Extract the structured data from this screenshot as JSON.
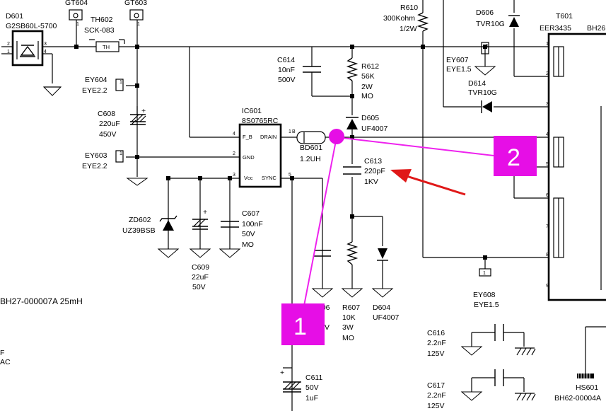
{
  "colors": {
    "wire": "#000000",
    "marker_fill": "#e60ee6",
    "marker_line": "#ee22ee",
    "arrow": "#e01818",
    "background": "#ffffff"
  },
  "components": {
    "d601": {
      "ref": "D601",
      "part": "G2SB60L-5700"
    },
    "gt604": {
      "ref": "GT604"
    },
    "gt603": {
      "ref": "GT603"
    },
    "th602": {
      "ref": "TH602",
      "part": "SCK-083",
      "body": "TH"
    },
    "ey604": {
      "ref": "EY604",
      "part": "EYE2.2"
    },
    "ey603": {
      "ref": "EY603",
      "part": "EYE2.2"
    },
    "c608": {
      "ref": "C608",
      "value": "220uF",
      "voltage": "450V"
    },
    "ic601": {
      "ref": "IC601",
      "part": "8S0765RC",
      "pins": {
        "fb": "F_B",
        "drain": "DRAIN",
        "gnd": "GND",
        "vcc": "Vcc",
        "sync": "SYNC"
      }
    },
    "c614": {
      "ref": "C614",
      "value": "10nF",
      "voltage": "500V"
    },
    "r612": {
      "ref": "R612",
      "value": "56K",
      "power": "2W",
      "type": "MO"
    },
    "d605": {
      "ref": "D605",
      "part": "UF4007"
    },
    "bd601": {
      "ref": "BD601",
      "value": "1.2UH"
    },
    "c613": {
      "ref": "C613",
      "value": "220pF",
      "voltage": "1KV"
    },
    "r610": {
      "ref": "R610",
      "value": "300Kohm",
      "power": "1/2W"
    },
    "d606": {
      "ref": "D606",
      "part": "TVR10G"
    },
    "ey607": {
      "ref": "EY607",
      "part": "EYE1.5"
    },
    "d614": {
      "ref": "D614",
      "part": "TVR10G"
    },
    "t601": {
      "ref": "T601",
      "part": "EER3435",
      "code": "BH26"
    },
    "zd602": {
      "ref": "ZD602",
      "part": "UZ39BSB"
    },
    "c609": {
      "ref": "C609",
      "value": "22uF",
      "voltage": "50V"
    },
    "c607": {
      "ref": "C607",
      "value": "100nF",
      "voltage": "50V",
      "type": "MO"
    },
    "c606_partial": {
      "ref": "606",
      "voltage": "V"
    },
    "r607": {
      "ref": "R607",
      "value": "10K",
      "power": "3W",
      "type": "MO"
    },
    "d604": {
      "ref": "D604",
      "part": "UF4007"
    },
    "ey608": {
      "ref": "EY608",
      "part": "EYE1.5"
    },
    "c616": {
      "ref": "C616",
      "value": "2.2nF",
      "voltage": "125V"
    },
    "c617": {
      "ref": "C617",
      "value": "2.2nF",
      "voltage": "125V"
    },
    "c611": {
      "ref": "C611",
      "voltage": "50V",
      "value": "1uF"
    },
    "hs601": {
      "ref": "HS601",
      "part": "BH62-00004A"
    },
    "coil_note": {
      "text": "BH27-000007A 25mH"
    },
    "left_edge": {
      "line1": "F",
      "line2": "AC"
    }
  },
  "pin_numbers": {
    "d601_2": "2",
    "d601_1": "1",
    "d601_3": "3",
    "d601_4": "4",
    "gt_1a": "1",
    "gt_1b": "1",
    "ey604_1": "1",
    "ey603_1": "1",
    "ey607_1": "1",
    "ey608_1": "1",
    "ic_4": "4",
    "ic_2": "2",
    "ic_3": "3",
    "ic_1": "1",
    "ic_5": "5",
    "bd_b": "B",
    "t_1": "1",
    "t_2": "2",
    "t_3": "3",
    "t_4": "4",
    "t_5": "5",
    "t_6": "6",
    "t_7": "7",
    "t_8": "8",
    "t_9": "9"
  },
  "annotations": {
    "marker1": "1",
    "marker2": "2"
  }
}
